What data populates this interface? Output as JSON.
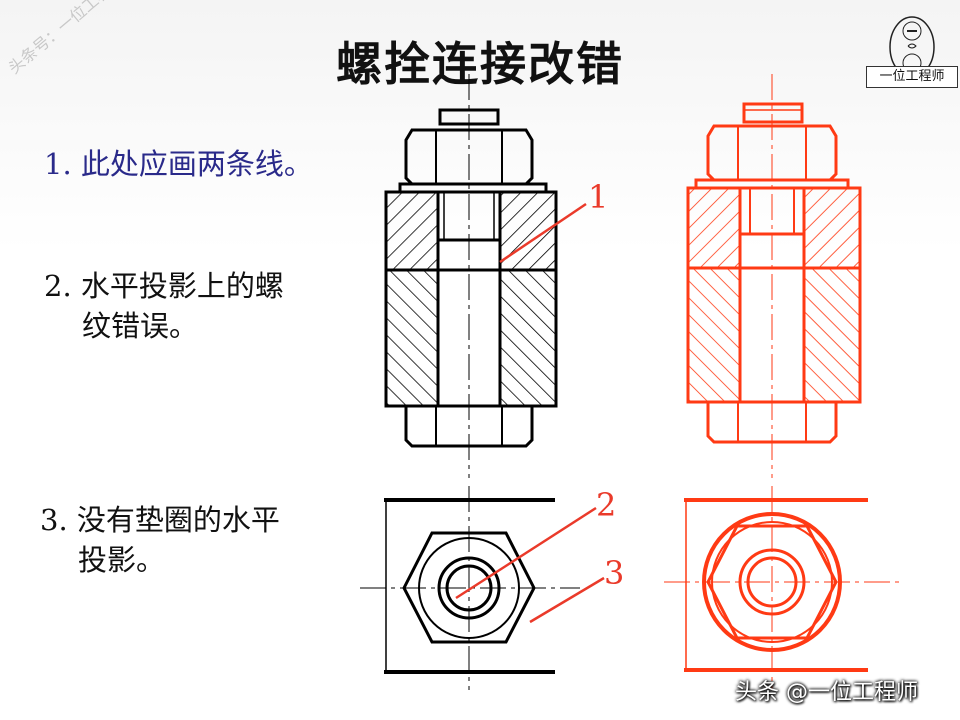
{
  "title": "螺拴连接改错",
  "watermark": "头条号：一位工程师",
  "logo_text": "一位工程师",
  "notes": {
    "n1": "1. 此处应画两条线。",
    "n2_line1": "2. 水平投影上的螺",
    "n2_line2": "纹错误。",
    "n3_line1": "3. 没有垫圈的水平",
    "n3_line2": "投影。"
  },
  "callouts": [
    "1",
    "2",
    "3"
  ],
  "footer": "头条 @一位工程师",
  "colors": {
    "wrong": "#000000",
    "correct": "#ff3a14",
    "callout": "#ea3a2a"
  }
}
